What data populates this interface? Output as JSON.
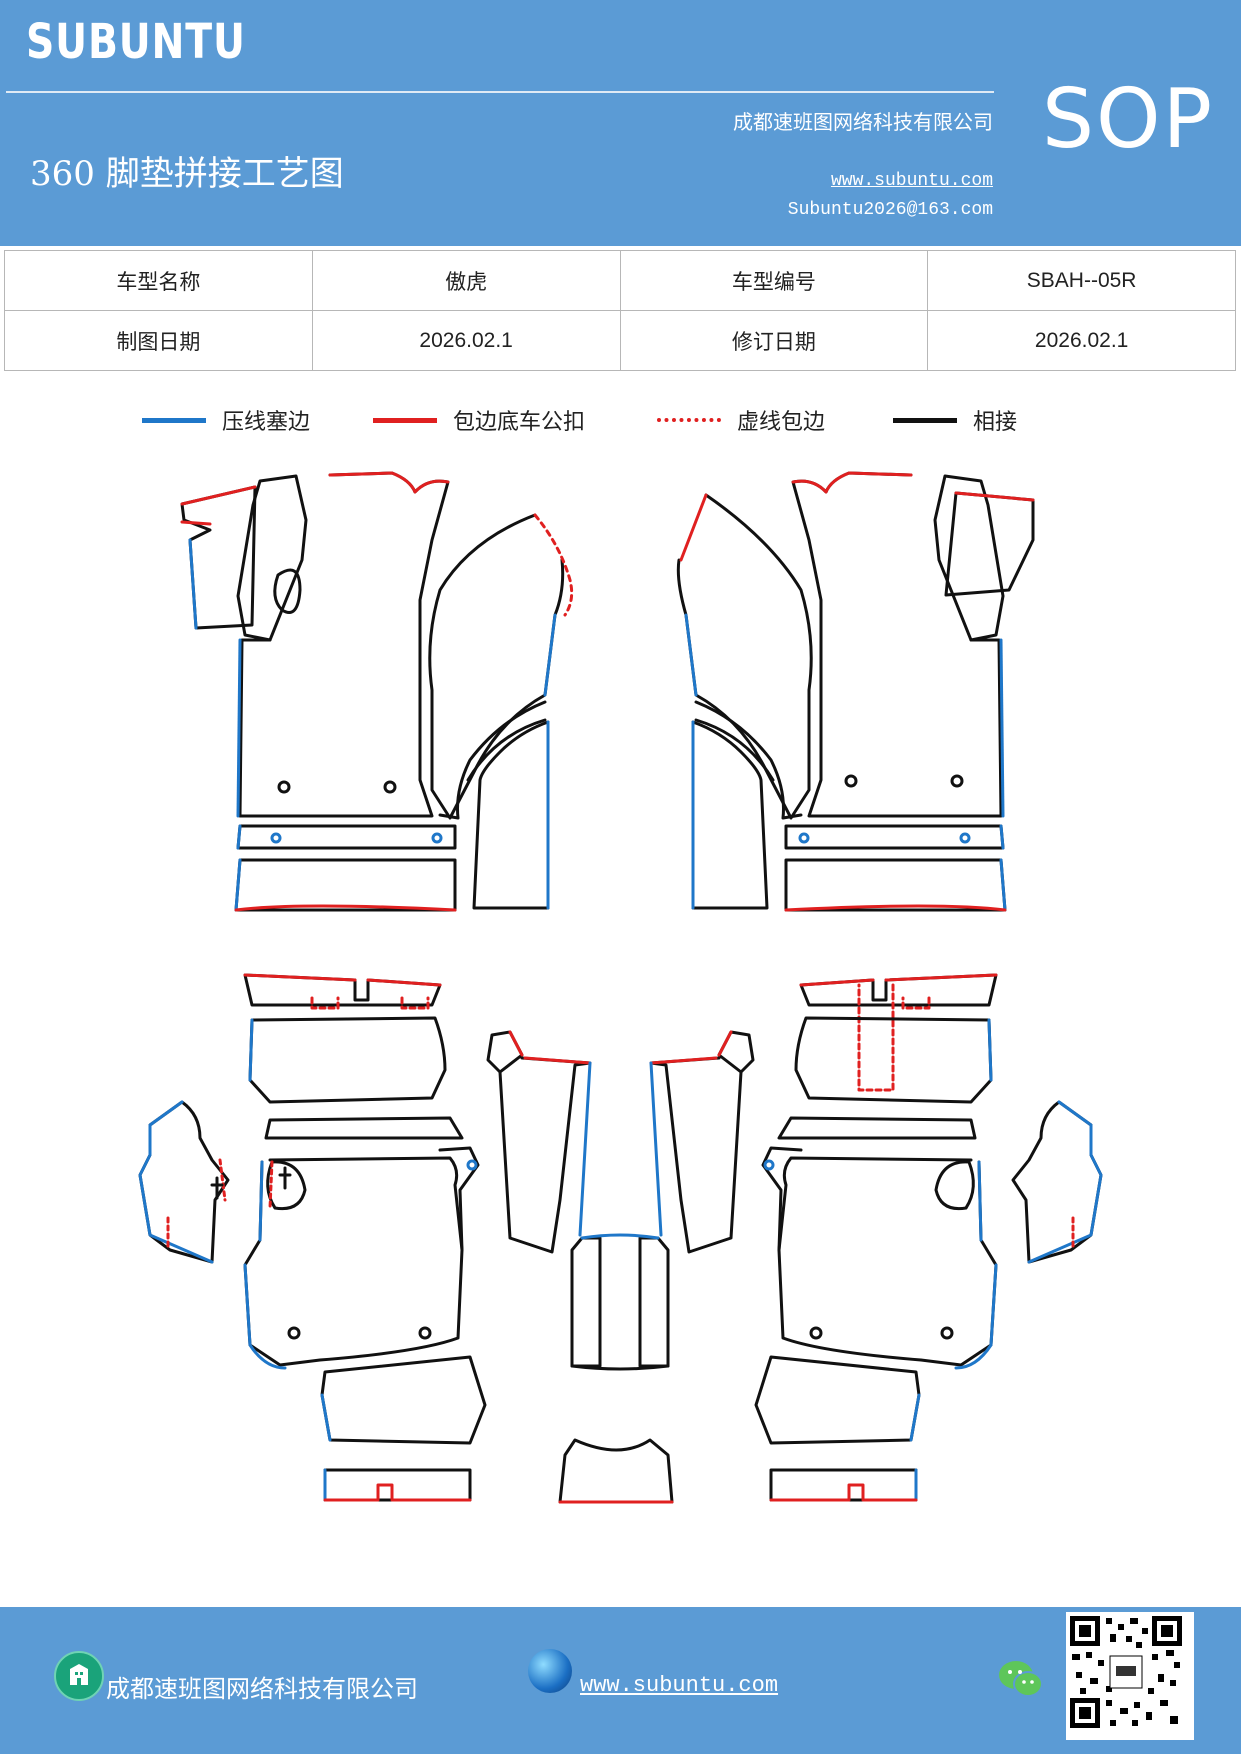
{
  "header": {
    "brand": "SUBUNTU",
    "company": "成都速班图网络科技有限公司",
    "title": "360 脚垫拼接工艺图",
    "url": "www.subuntu.com",
    "email": "Subuntu2026@163.com",
    "badge": "SOP",
    "bg_color": "#5b9bd5"
  },
  "info_table": {
    "rows": [
      [
        {
          "label": "车型名称"
        },
        {
          "value": "傲虎"
        },
        {
          "label": "车型编号"
        },
        {
          "value": "SBAH--05R"
        }
      ],
      [
        {
          "label": "制图日期"
        },
        {
          "value": "2026.02.1"
        },
        {
          "label": "修订日期"
        },
        {
          "value": "2026.02.1"
        }
      ]
    ]
  },
  "legend": [
    {
      "label": "压线塞边",
      "color": "#1f77c9",
      "style": "solid"
    },
    {
      "label": "包边底车公扣",
      "color": "#e02020",
      "style": "solid"
    },
    {
      "label": "虚线包边",
      "color": "#e02020",
      "style": "dotted"
    },
    {
      "label": "相接",
      "color": "#111111",
      "style": "solid"
    }
  ],
  "footer": {
    "company": "成都速班图网络科技有限公司",
    "url": "www.subuntu.com ",
    "icons": [
      "building-icon",
      "globe-icon",
      "wechat-icon",
      "qr-code"
    ]
  }
}
